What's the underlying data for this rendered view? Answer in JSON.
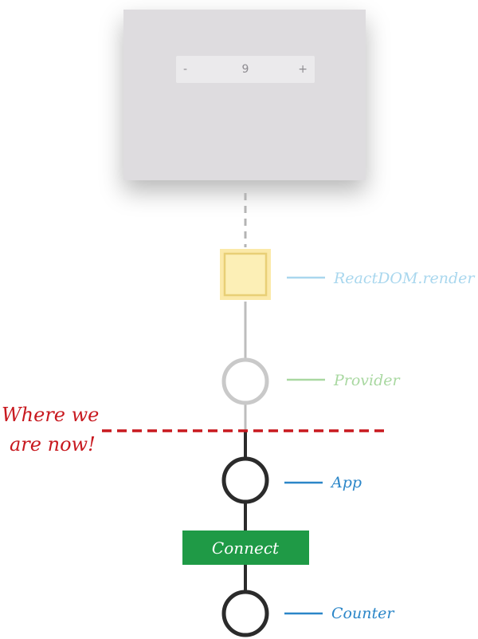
{
  "counter": {
    "decrement_label": "-",
    "value": "9",
    "increment_label": "+"
  },
  "tree": {
    "nodes": [
      {
        "label": "ReactDOM.render",
        "shape": "square",
        "color": "#a9d7ee"
      },
      {
        "label": "Provider",
        "shape": "circle",
        "color": "#a9d8a1"
      },
      {
        "label": "App",
        "shape": "circle",
        "color": "#2b86c8"
      },
      {
        "label": "Counter",
        "shape": "circle",
        "color": "#2b86c8"
      }
    ],
    "wrapper_label": "Connect",
    "wrapper_color": "#1f9a46"
  },
  "annotation": {
    "line1": "Where we",
    "line2": "are now!",
    "color": "#c8191f"
  }
}
